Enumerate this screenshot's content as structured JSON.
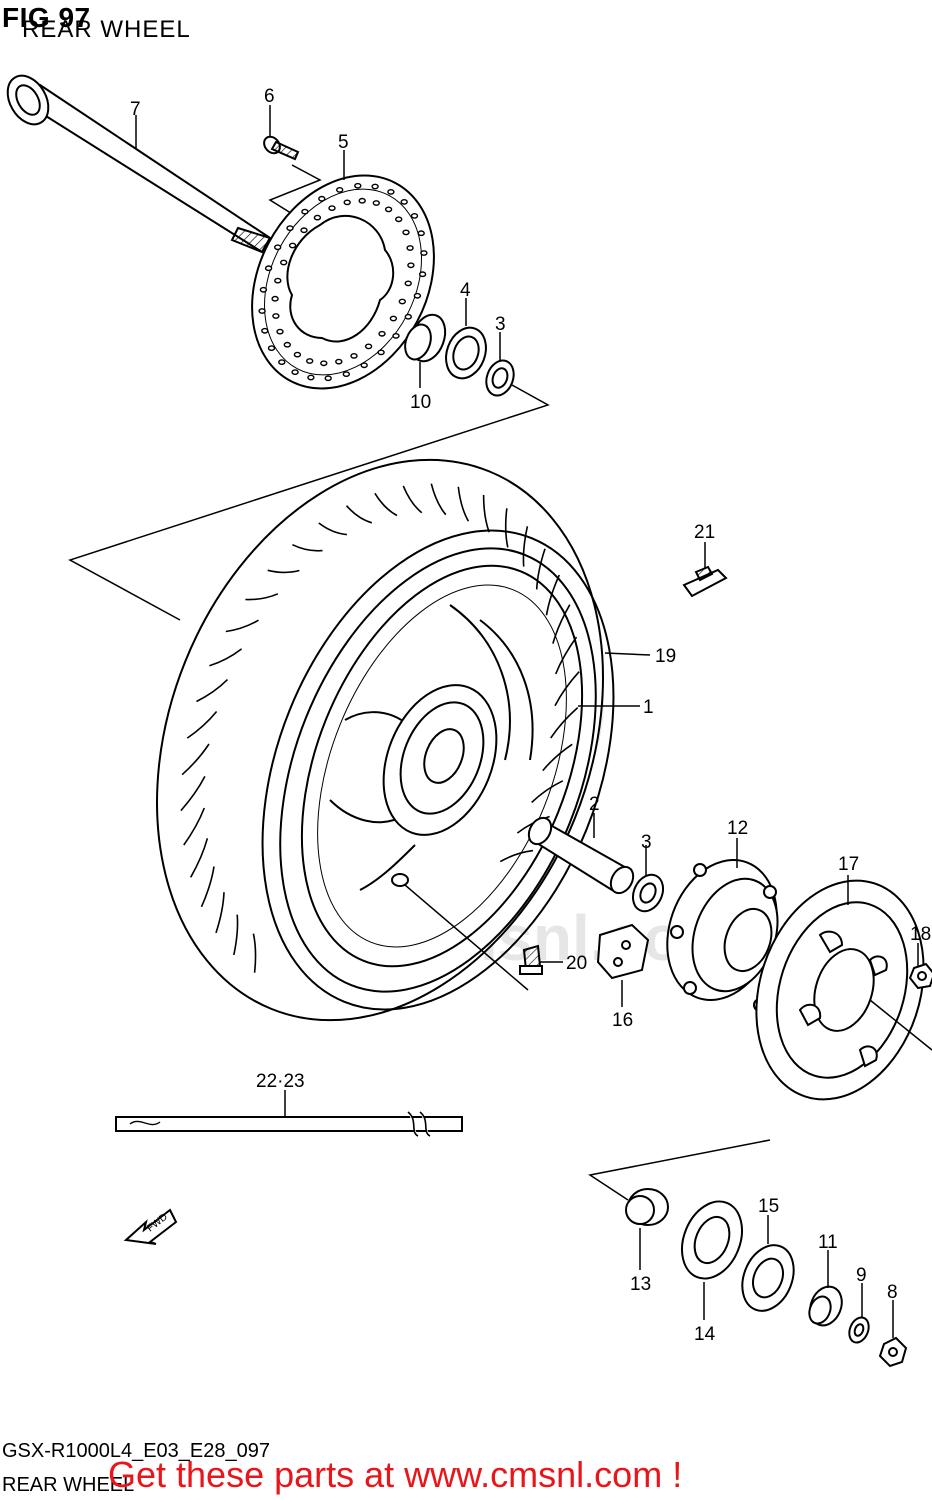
{
  "header": {
    "fig_label": "FIG 97",
    "subtitle": "REAR WHEEL"
  },
  "footer": {
    "model_code": "GSX-R1000L4_E03_E28_097",
    "section_name": "REAR WHEEL",
    "promo_text": "Get these parts at www.cmsnl.com !",
    "promo_color": "#e8161b"
  },
  "watermark": {
    "text": "www.cmsnl.com",
    "color": "#e6e6e6"
  },
  "callouts": [
    {
      "id": "1"
    },
    {
      "id": "2"
    },
    {
      "id": "3"
    },
    {
      "id": "3"
    },
    {
      "id": "4"
    },
    {
      "id": "5"
    },
    {
      "id": "6"
    },
    {
      "id": "7"
    },
    {
      "id": "8"
    },
    {
      "id": "9"
    },
    {
      "id": "10"
    },
    {
      "id": "11"
    },
    {
      "id": "12"
    },
    {
      "id": "13"
    },
    {
      "id": "14"
    },
    {
      "id": "15"
    },
    {
      "id": "16"
    },
    {
      "id": "17"
    },
    {
      "id": "18"
    },
    {
      "id": "19"
    },
    {
      "id": "20"
    },
    {
      "id": "21"
    },
    {
      "id": "22·23"
    }
  ],
  "direction_arrow": "FWD",
  "parts": [
    "wheel-rim",
    "rear-axle",
    "brake-disc",
    "disc-bolt",
    "wheel-bearing",
    "oil-seal",
    "spacer",
    "tire",
    "sprocket-drum",
    "sprocket",
    "sprocket-nut",
    "balance-weight",
    "valve",
    "drum-bushing",
    "rim-stripe"
  ]
}
